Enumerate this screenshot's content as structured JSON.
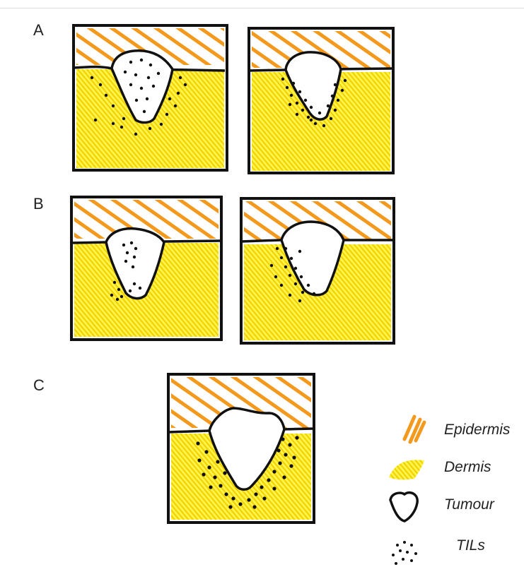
{
  "panels": {
    "a_label": "A",
    "b_label": "B",
    "c_label": "C"
  },
  "legend": {
    "epidermis": "Epidermis",
    "dermis": "Dermis",
    "tumour": "Tumour",
    "tils": "TILs"
  },
  "colors": {
    "epidermis": "#f39a1e",
    "dermis": "#fff200",
    "dermis_stroke": "#f2d400",
    "outline": "#111111",
    "tils": "#111111"
  }
}
